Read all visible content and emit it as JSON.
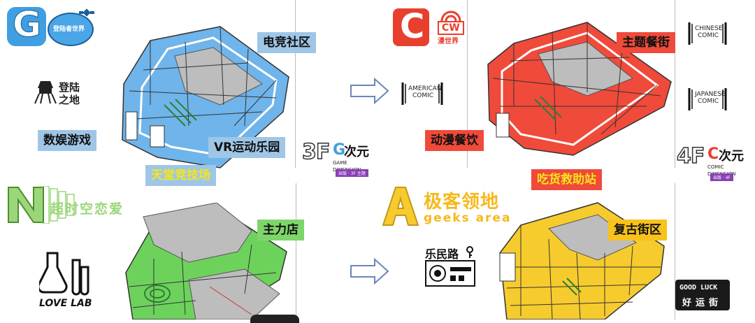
{
  "colors": {
    "blue": "#6fb4ea",
    "red": "#f04a3a",
    "green": "#6dd25c",
    "yellow": "#f6cb2e",
    "gray": "#bdbdbd"
  },
  "g_zone": {
    "logo_letter": "G",
    "logo_planet_text": "登陆者世界",
    "brand_line1": "登陆",
    "brand_line2": "之地",
    "labels": {
      "esports": "电竞社区",
      "games": "数娱游戏",
      "vr": "VR运动乐园",
      "arena": "天堂竞技场"
    },
    "floor": {
      "number": "3F",
      "letter": "G",
      "name": "次元",
      "subtitle": "GAME DIMENSION",
      "tag": "出版 · 3F 主题"
    }
  },
  "c_zone": {
    "logo_letter": "C",
    "logo_cw": "CW",
    "logo_cw_sub": "漫世界",
    "labels": {
      "theme_dining": "主题餐街",
      "anime_dining": "动漫餐饮",
      "foodie": "吃货救助站"
    },
    "comics": {
      "american": "AMERICAN COMIC",
      "chinese": "CHINESE COMIC",
      "japanese": "JAPANESE COMIC"
    },
    "floor": {
      "number": "4F",
      "letter": "C",
      "name": "次元",
      "subtitle": "COMIC DIMENSION",
      "tag": "出版 · 4F"
    }
  },
  "n_zone": {
    "logo_letter": "N",
    "logo_text": "超时空恋爱",
    "brand": "LOVE LAB",
    "labels": {
      "anchor": "主力店"
    }
  },
  "a_zone": {
    "logo_letter": "A",
    "logo_title": "极客领地",
    "logo_sub": "geeks area",
    "brand_le": "乐民路",
    "labels": {
      "retro": "复古街区"
    },
    "goodluck_line1": "GOOD LUCK",
    "goodluck_line2": "好运街"
  }
}
